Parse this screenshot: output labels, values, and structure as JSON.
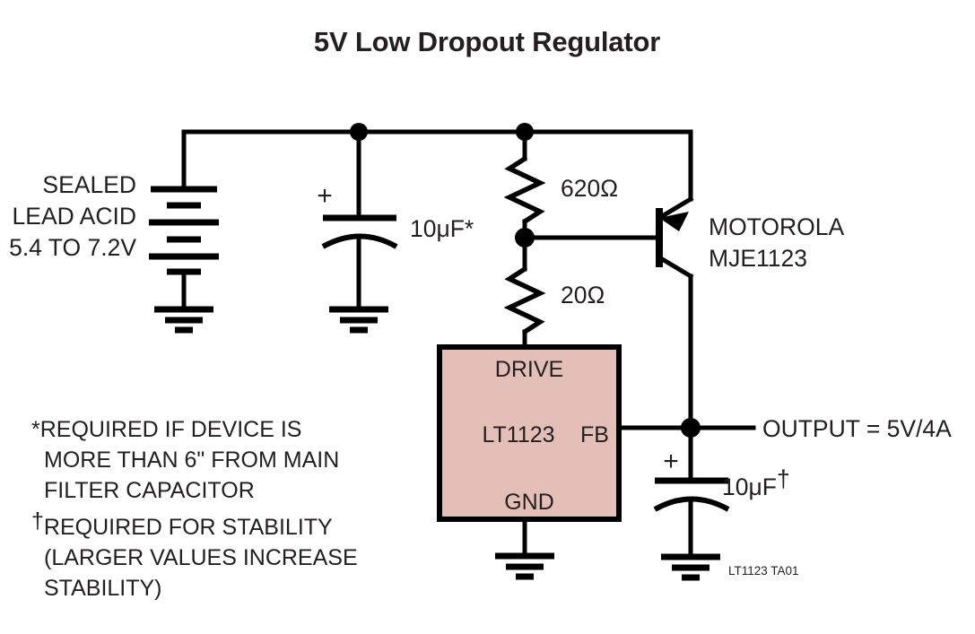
{
  "title": "5V Low Dropout Regulator",
  "colors": {
    "ink": "#231f20",
    "wire": "#000000",
    "ic_fill": "#e3bfb8",
    "background": "#ffffff"
  },
  "source": {
    "name": "SEALED LEAD ACID 5.4 TO 7.2V",
    "line1": "SEALED",
    "line2": "LEAD ACID",
    "line3": "5.4 TO 7.2V"
  },
  "input_capacitor": {
    "value": "10μF*",
    "polarity": "+"
  },
  "resistors": {
    "top": "620Ω",
    "bottom": "20Ω"
  },
  "transistor": {
    "line1": "MOTOROLA",
    "line2": "MJE1123"
  },
  "ic": {
    "part": "LT1123",
    "pin_top": "DRIVE",
    "pin_right": "FB",
    "pin_bottom": "GND"
  },
  "output": {
    "label": "OUTPUT = 5V/4A"
  },
  "output_capacitor": {
    "value_main": "10μF",
    "value_sup": "†",
    "polarity": "+"
  },
  "notes": {
    "asterisk": {
      "marker": "*",
      "line1": "REQUIRED IF DEVICE IS",
      "line2": "MORE THAN 6\" FROM MAIN",
      "line3": "FILTER CAPACITOR"
    },
    "dagger": {
      "marker": "†",
      "line1": "REQUIRED FOR STABILITY",
      "line2": "(LARGER VALUES INCREASE",
      "line3": "STABILITY)"
    }
  },
  "footer": {
    "part_number": "LT1123 TA01"
  }
}
